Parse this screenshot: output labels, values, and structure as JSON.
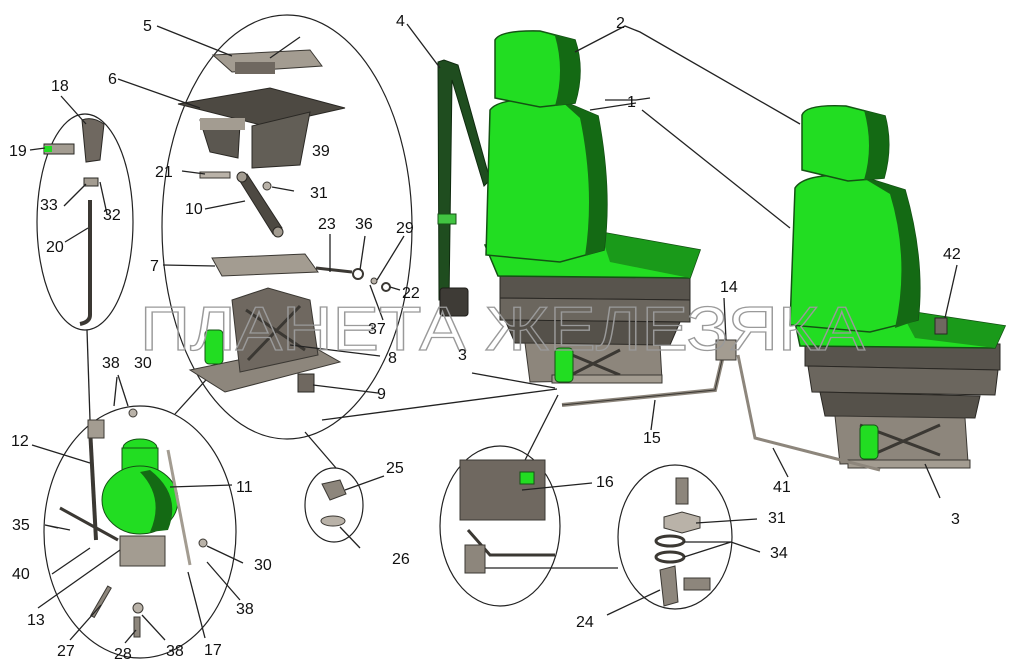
{
  "watermark": "ПЛАНЕТА ЖЕЛЕЗЯКА",
  "colors": {
    "seat_green": "#22dd22",
    "seat_dark": "#145214",
    "metal": "#b9b2a8",
    "metal_dark": "#6f6860",
    "frame": "#4a4a44",
    "line": "#222222"
  },
  "callouts": [
    {
      "id": "c1",
      "text": "1"
    },
    {
      "id": "c2",
      "text": "2"
    },
    {
      "id": "c3a",
      "text": "3"
    },
    {
      "id": "c3b",
      "text": "3"
    },
    {
      "id": "c4",
      "text": "4"
    },
    {
      "id": "c5",
      "text": "5"
    },
    {
      "id": "c6",
      "text": "6"
    },
    {
      "id": "c7",
      "text": "7"
    },
    {
      "id": "c8",
      "text": "8"
    },
    {
      "id": "c9",
      "text": "9"
    },
    {
      "id": "c10",
      "text": "10"
    },
    {
      "id": "c11",
      "text": "11"
    },
    {
      "id": "c12",
      "text": "12"
    },
    {
      "id": "c13",
      "text": "13"
    },
    {
      "id": "c14",
      "text": "14"
    },
    {
      "id": "c15",
      "text": "15"
    },
    {
      "id": "c16",
      "text": "16"
    },
    {
      "id": "c17",
      "text": "17"
    },
    {
      "id": "c18",
      "text": "18"
    },
    {
      "id": "c19",
      "text": "19"
    },
    {
      "id": "c20",
      "text": "20"
    },
    {
      "id": "c21",
      "text": "21"
    },
    {
      "id": "c22",
      "text": "22"
    },
    {
      "id": "c23",
      "text": "23"
    },
    {
      "id": "c24",
      "text": "24"
    },
    {
      "id": "c25",
      "text": "25"
    },
    {
      "id": "c26",
      "text": "26"
    },
    {
      "id": "c27",
      "text": "27"
    },
    {
      "id": "c28",
      "text": "28"
    },
    {
      "id": "c29",
      "text": "29"
    },
    {
      "id": "c30a",
      "text": "30"
    },
    {
      "id": "c30b",
      "text": "30"
    },
    {
      "id": "c31a",
      "text": "31"
    },
    {
      "id": "c31b",
      "text": "31"
    },
    {
      "id": "c32",
      "text": "32"
    },
    {
      "id": "c33",
      "text": "33"
    },
    {
      "id": "c34",
      "text": "34"
    },
    {
      "id": "c35",
      "text": "35"
    },
    {
      "id": "c36",
      "text": "36"
    },
    {
      "id": "c37",
      "text": "37"
    },
    {
      "id": "c38a",
      "text": "38"
    },
    {
      "id": "c38b",
      "text": "38"
    },
    {
      "id": "c38c",
      "text": "38"
    },
    {
      "id": "c39",
      "text": "39"
    },
    {
      "id": "c40",
      "text": "40"
    },
    {
      "id": "c41",
      "text": "41"
    },
    {
      "id": "c42",
      "text": "42"
    }
  ]
}
